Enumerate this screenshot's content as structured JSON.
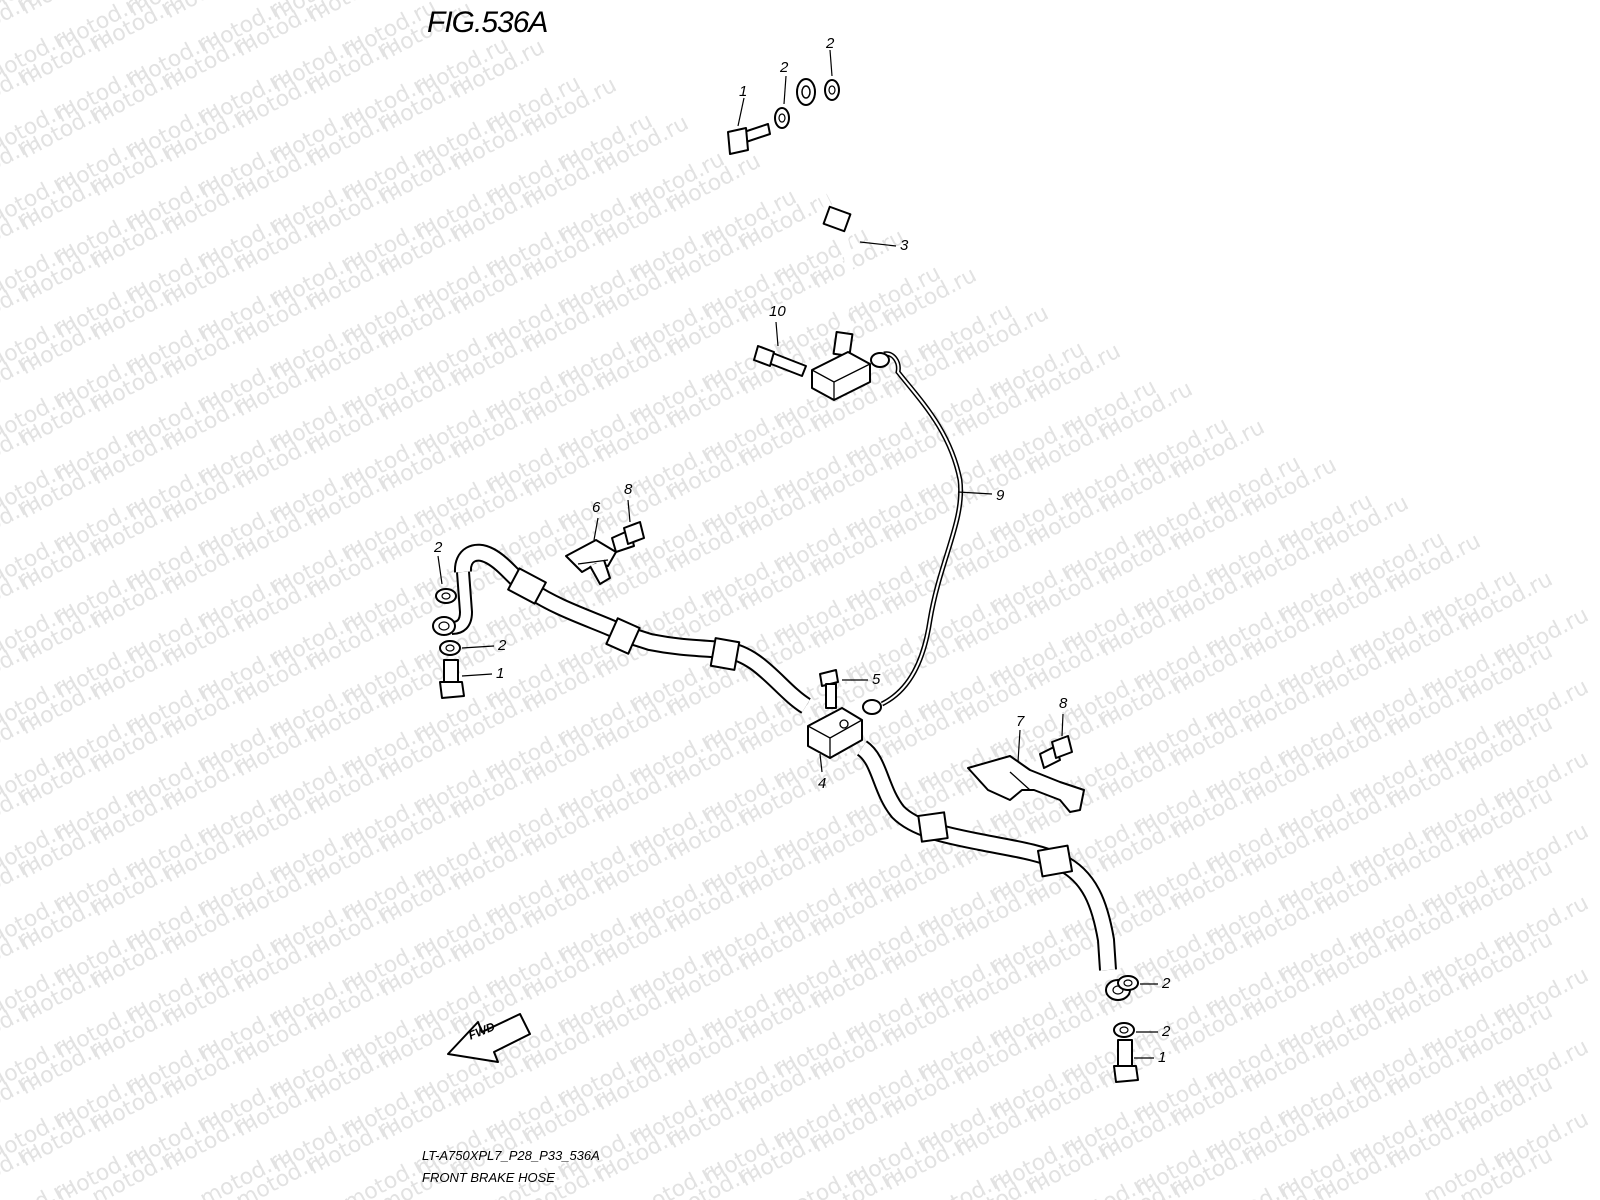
{
  "figure": {
    "title": "FIG.536A",
    "code": "LT-A750XPL7_P28_P33_536A",
    "name": "FRONT BRAKE HOSE",
    "forward_label": "FWD",
    "watermark": "motod.ru"
  },
  "callouts": [
    {
      "id": "c1a",
      "text": "1"
    },
    {
      "id": "c2a",
      "text": "2"
    },
    {
      "id": "c2b",
      "text": "2"
    },
    {
      "id": "c3",
      "text": "3"
    },
    {
      "id": "c10",
      "text": "10"
    },
    {
      "id": "c9",
      "text": "9"
    },
    {
      "id": "c6",
      "text": "6"
    },
    {
      "id": "c8a",
      "text": "8"
    },
    {
      "id": "c2c",
      "text": "2"
    },
    {
      "id": "c2d",
      "text": "2"
    },
    {
      "id": "c1b",
      "text": "1"
    },
    {
      "id": "c5",
      "text": "5"
    },
    {
      "id": "c4",
      "text": "4"
    },
    {
      "id": "c8b",
      "text": "8"
    },
    {
      "id": "c7",
      "text": "7"
    },
    {
      "id": "c2e",
      "text": "2"
    },
    {
      "id": "c2f",
      "text": "2"
    },
    {
      "id": "c1c",
      "text": "1"
    }
  ]
}
